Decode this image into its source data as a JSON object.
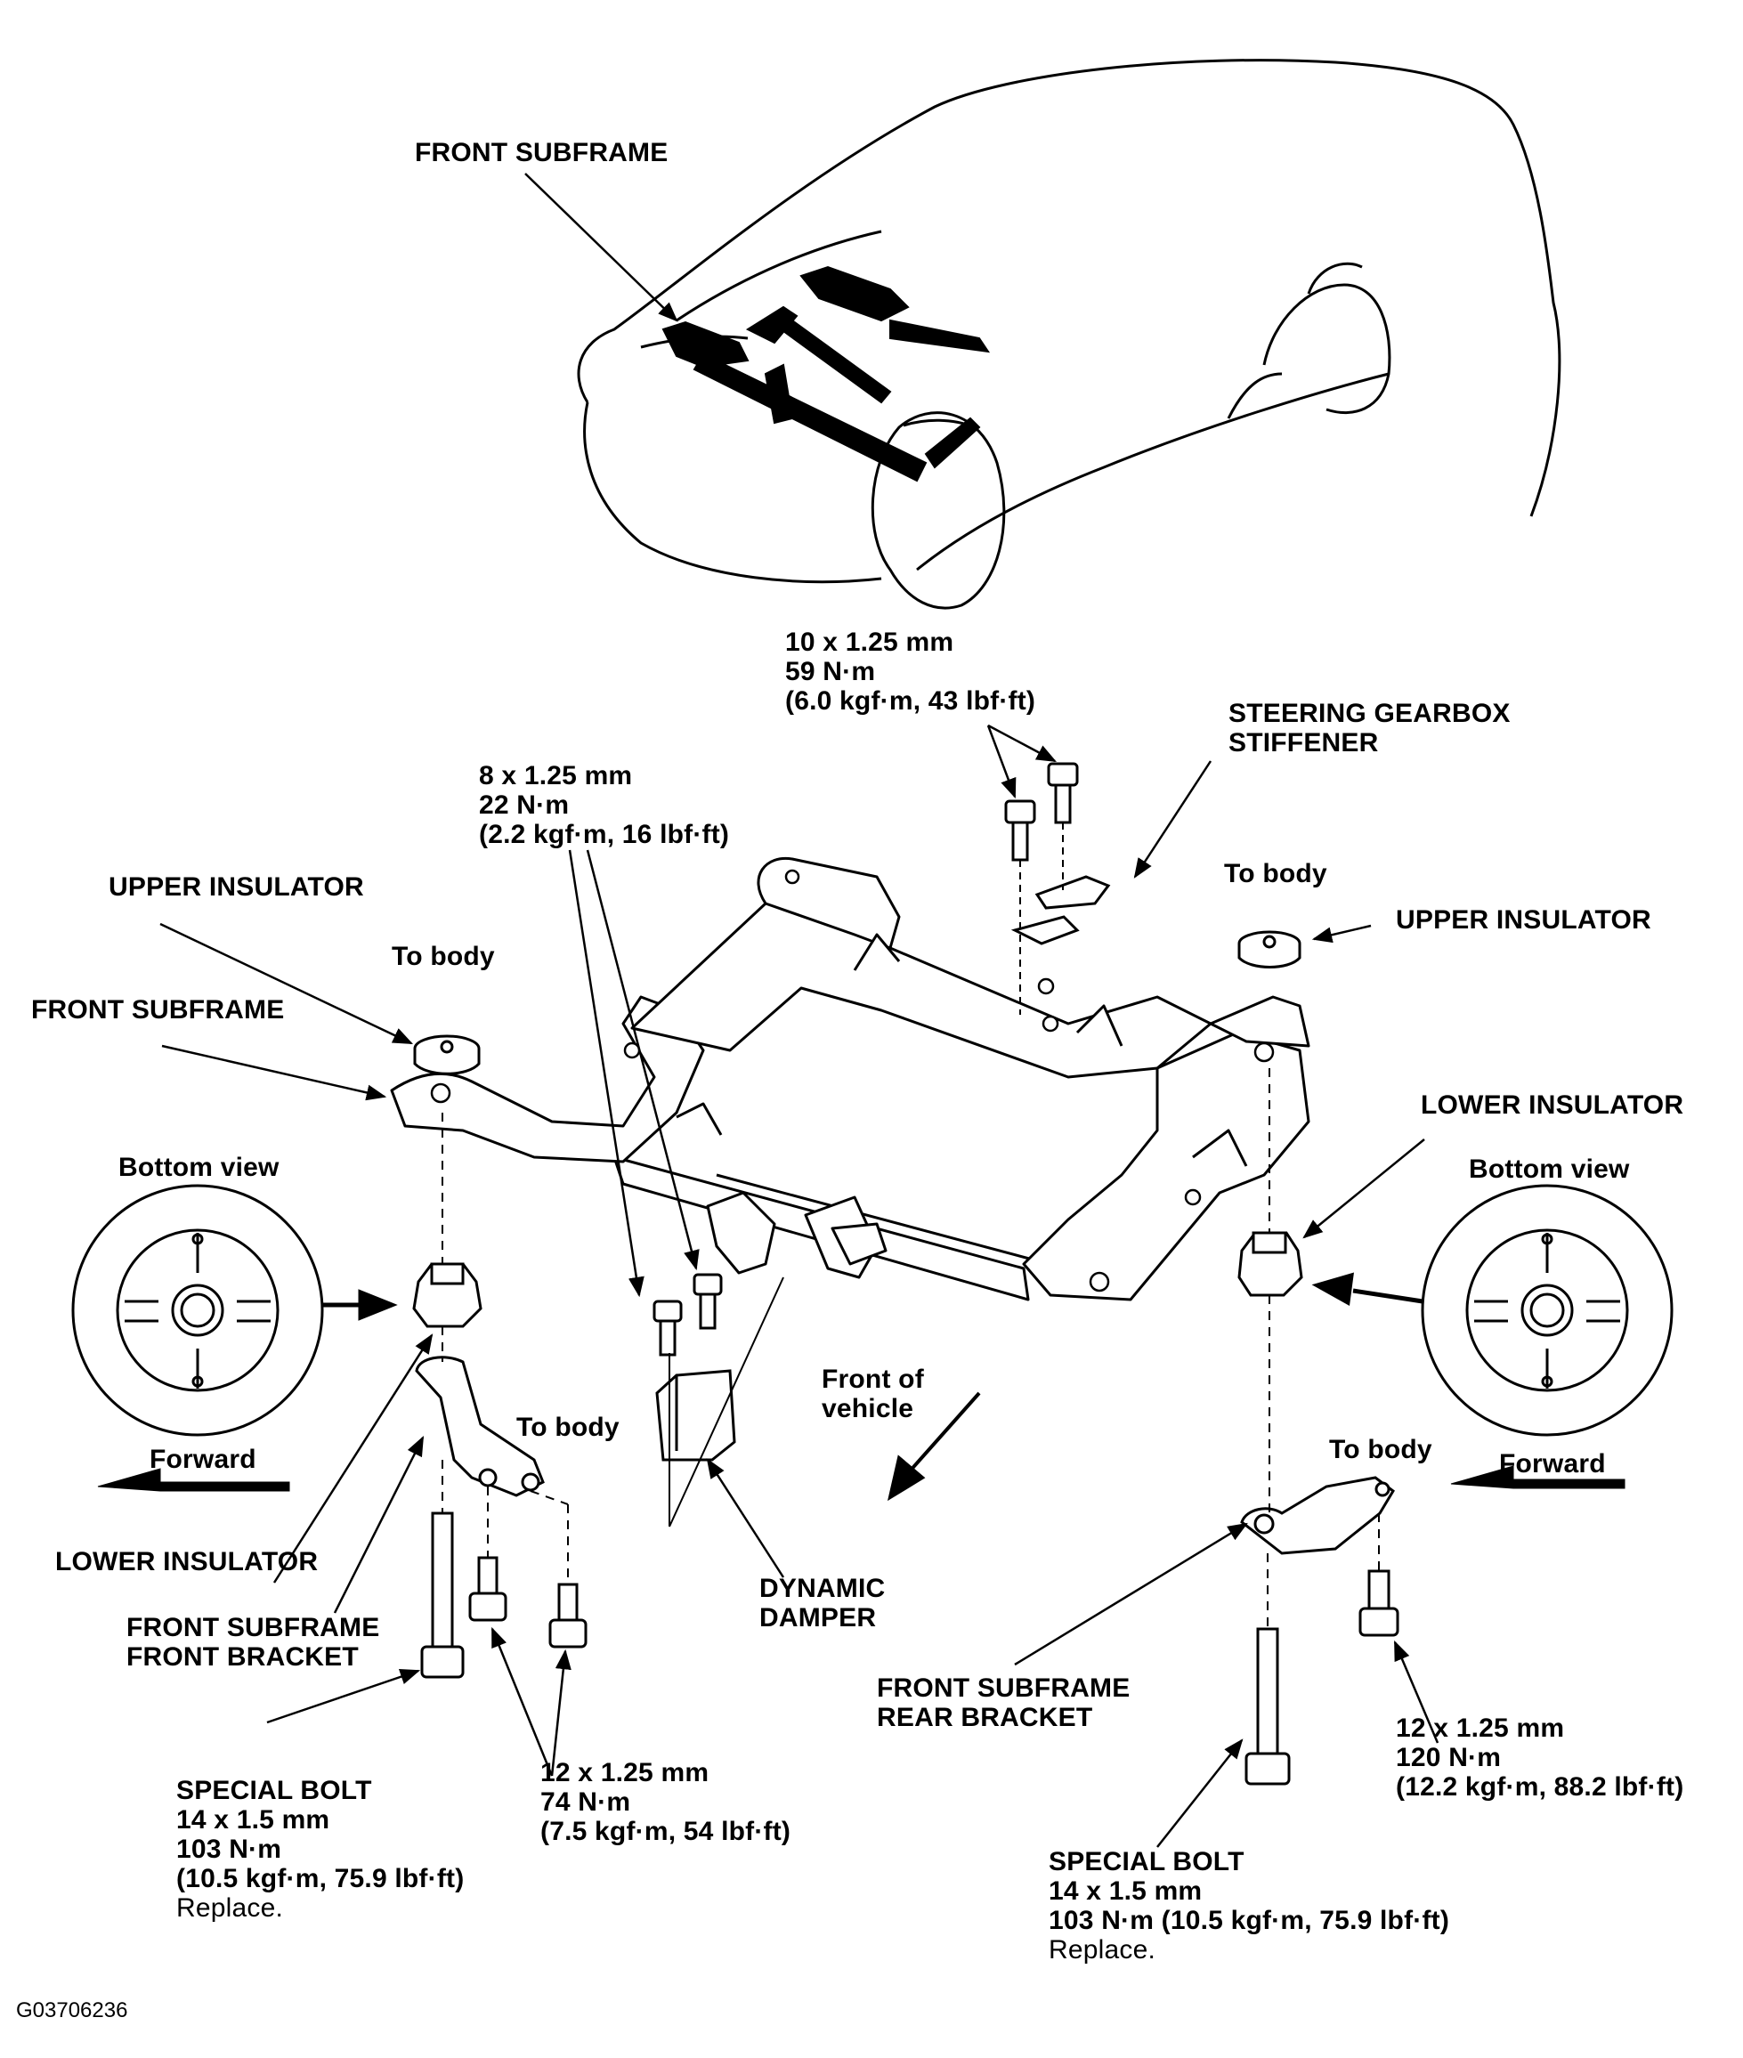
{
  "labels": {
    "front_subframe_top": "FRONT SUBFRAME",
    "front_subframe_left": "FRONT SUBFRAME",
    "upper_insulator_left": "UPPER INSULATOR",
    "upper_insulator_right": "UPPER INSULATOR",
    "to_body_left": "To body",
    "to_body_right": "To body",
    "to_body_front_bracket": "To body",
    "to_body_rear_bracket": "To body",
    "steering_stiffener": [
      "STEERING GEARBOX",
      "STIFFENER"
    ],
    "lower_insulator_left": "LOWER INSULATOR",
    "lower_insulator_right": "LOWER INSULATOR",
    "bottom_view_left": "Bottom view",
    "bottom_view_right": "Bottom view",
    "forward_left": "Forward",
    "forward_right": "Forward",
    "front_of_vehicle": [
      "Front of",
      "vehicle"
    ],
    "dynamic_damper": [
      "DYNAMIC",
      "DAMPER"
    ],
    "front_bracket": [
      "FRONT SUBFRAME",
      "FRONT BRACKET"
    ],
    "rear_bracket": [
      "FRONT SUBFRAME",
      "REAR BRACKET"
    ]
  },
  "specs": {
    "stiffener_bolt": [
      "10 x 1.25 mm",
      "59 N·m",
      "(6.0 kgf·m, 43 lbf·ft)"
    ],
    "damper_bolt": [
      "8 x 1.25 mm",
      "22 N·m",
      "(2.2 kgf·m, 16 lbf·ft)"
    ],
    "front_bracket_bolt": [
      "12 x 1.25 mm",
      "74 N·m",
      "(7.5 kgf·m, 54 lbf·ft)"
    ],
    "rear_bracket_bolt": [
      "12 x 1.25 mm",
      "120 N·m",
      "(12.2 kgf·m, 88.2 lbf·ft)"
    ],
    "special_bolt_left": {
      "lines": [
        "SPECIAL BOLT",
        "14 x 1.5 mm",
        "103 N·m",
        "(10.5 kgf·m, 75.9 lbf·ft)"
      ],
      "note": "Replace."
    },
    "special_bolt_right": {
      "lines": [
        "SPECIAL BOLT",
        "14 x 1.5 mm",
        "103 N·m (10.5 kgf·m, 75.9 lbf·ft)"
      ],
      "note": "Replace."
    }
  },
  "figure_code": "G03706236"
}
